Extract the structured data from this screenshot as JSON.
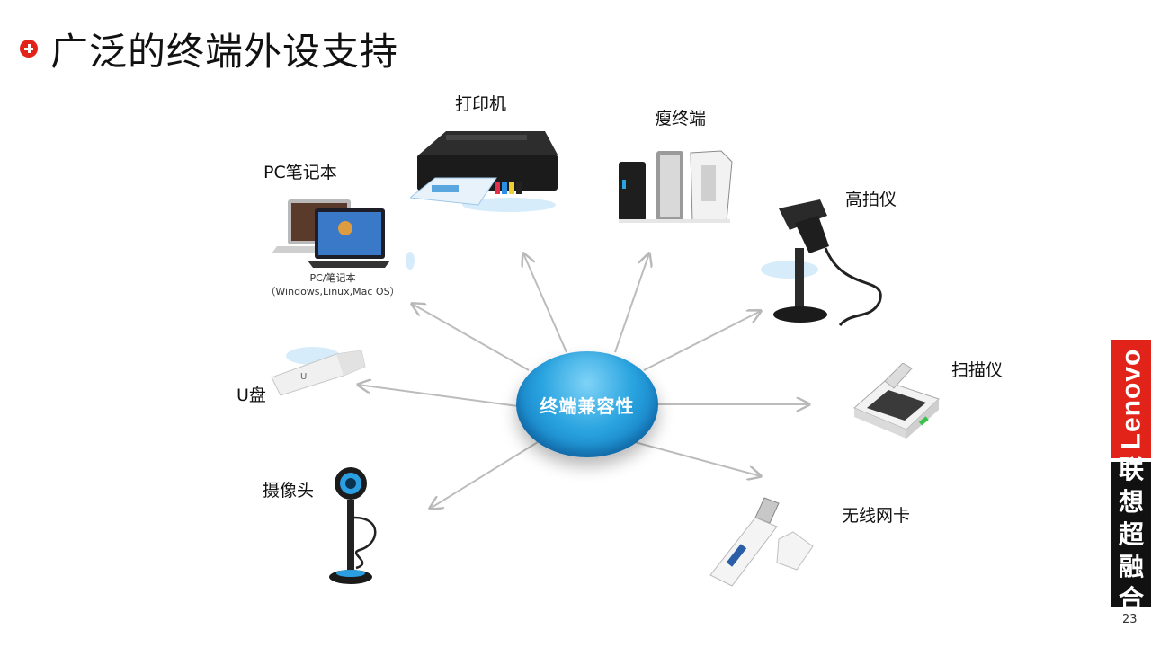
{
  "slide": {
    "title": "广泛的终端外设支持",
    "hub_label": "终端兼容性",
    "page_number": "23"
  },
  "devices": {
    "printer": "打印机",
    "thin_client": "瘦终端",
    "laptop": "PC笔记本",
    "scanner_gun": "高拍仪",
    "usb_disk": "U盘",
    "flatbed_scanner": "扫描仪",
    "webcam": "摄像头",
    "wireless_card": "无线网卡"
  },
  "laptop_caption": {
    "line1": "PC/笔记本",
    "line2": "（Windows,Linux,Mac OS）"
  },
  "brand": {
    "logo_text": "Lenovo",
    "slogan_chars": [
      "联",
      "想",
      "超",
      "融",
      "合"
    ],
    "red": "#e2231a"
  },
  "icons": [
    "plus-bullet-icon",
    "printer-icon",
    "thin-client-icon",
    "laptop-icon",
    "barcode-scanner-icon",
    "usb-disk-icon",
    "flatbed-scanner-icon",
    "webcam-icon",
    "wireless-adapter-icon"
  ]
}
